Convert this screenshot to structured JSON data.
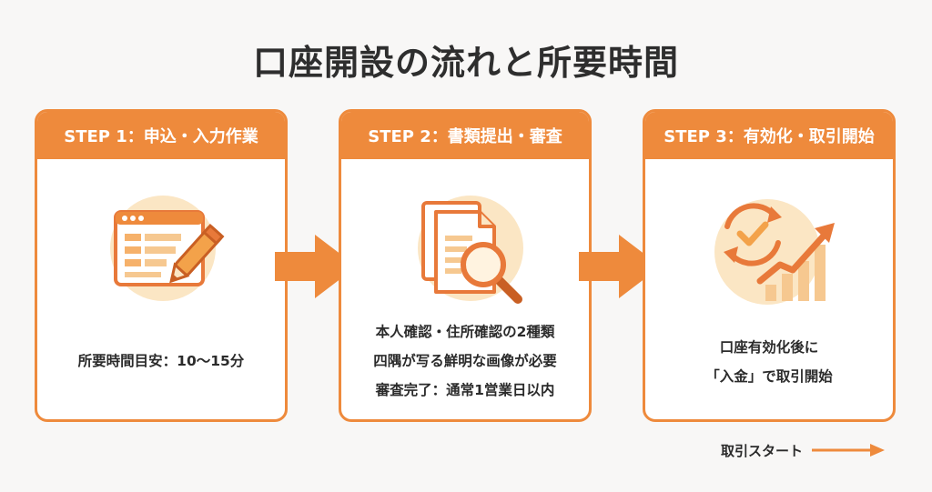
{
  "title": "口座開設の流れと所要時間",
  "steps": [
    {
      "header": "STEP 1：申込・入力作業",
      "icon": "form-pencil-icon",
      "lines": [
        "所要時間目安：10〜15分"
      ]
    },
    {
      "header": "STEP 2：書類提出・審査",
      "icon": "document-magnifier-icon",
      "lines": [
        "本人確認・住所確認の2種類",
        "四隅が写る鮮明な画像が必要",
        "審査完了：通常1営業日以内"
      ]
    },
    {
      "header": "STEP 3：有効化・取引開始",
      "icon": "check-growth-chart-icon",
      "lines": [
        "口座有効化後に",
        "「入金」で取引開始"
      ]
    }
  ],
  "footer": {
    "label": "取引スタート"
  },
  "colors": {
    "accent": "#ee8a3c",
    "accent_light": "#fbe6c4",
    "background": "#f8f7f6"
  }
}
